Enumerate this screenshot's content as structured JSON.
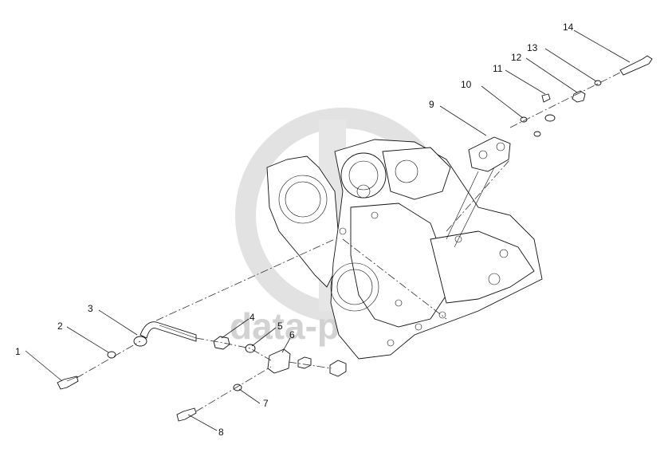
{
  "diagram": {
    "watermark": {
      "text": "data-part"
    },
    "callouts": [
      {
        "id": "callout-1",
        "label": "1"
      },
      {
        "id": "callout-2",
        "label": "2"
      },
      {
        "id": "callout-3",
        "label": "3"
      },
      {
        "id": "callout-4",
        "label": "4"
      },
      {
        "id": "callout-5",
        "label": "5"
      },
      {
        "id": "callout-6",
        "label": "6"
      },
      {
        "id": "callout-7",
        "label": "7"
      },
      {
        "id": "callout-8",
        "label": "8"
      },
      {
        "id": "callout-9",
        "label": "9"
      },
      {
        "id": "callout-10",
        "label": "10"
      },
      {
        "id": "callout-11",
        "label": "11"
      },
      {
        "id": "callout-12",
        "label": "12"
      },
      {
        "id": "callout-13",
        "label": "13"
      },
      {
        "id": "callout-14",
        "label": "14"
      }
    ]
  }
}
